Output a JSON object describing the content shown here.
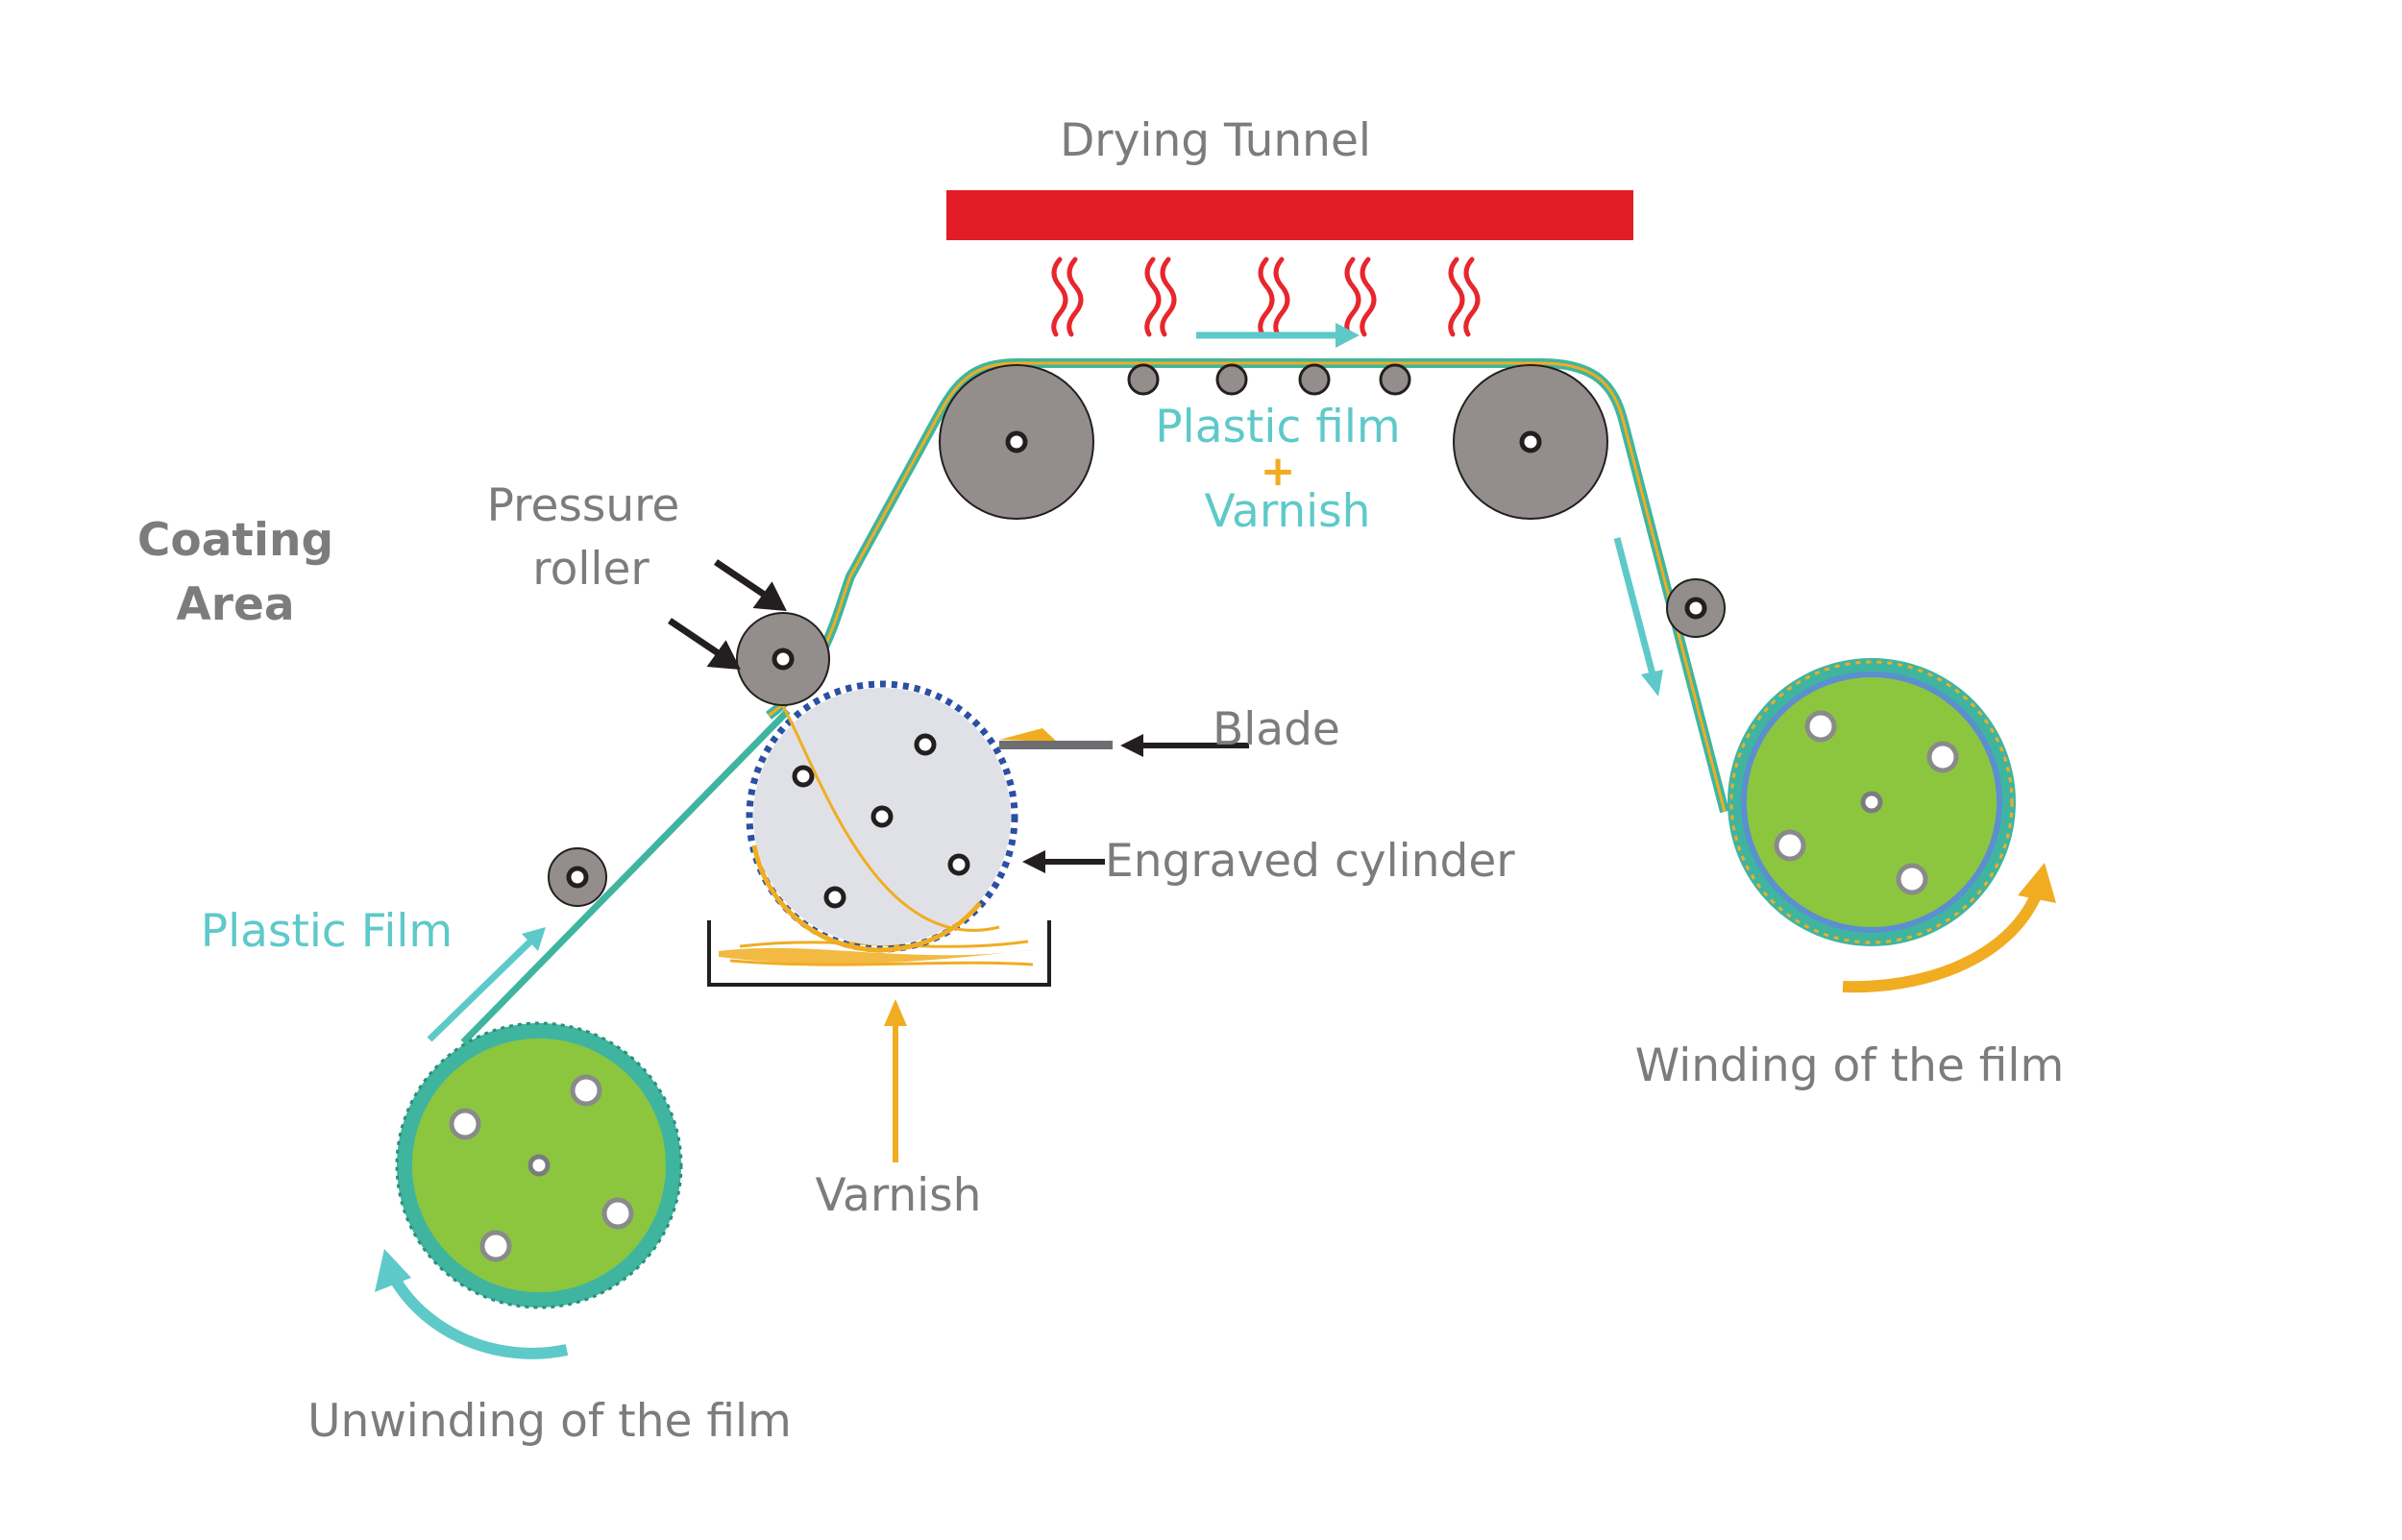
{
  "labels": {
    "drying_tunnel": "Drying Tunnel",
    "plastic_film_top": "Plastic film",
    "plus": "+",
    "varnish_top": "Varnish",
    "coating_area_line1": "Coating",
    "coating_area_line2": "Area",
    "pressure_roller_line1": "Pressure",
    "pressure_roller_line2": "roller",
    "blade": "Blade",
    "engraved_cylinder": "Engraved cylinder",
    "plastic_film_left": "Plastic Film",
    "varnish_bottom": "Varnish",
    "winding": "Winding of the film",
    "unwinding": "Unwinding of the film"
  },
  "colors": {
    "tunnel_red": "#e21d25",
    "flame_red": "#e8262d",
    "film_teal": "#3fb59f",
    "varnish_orange": "#f0ad22",
    "arrow_cyan": "#5ec9c9",
    "roller_grey": "#938d8c",
    "reel_green": "#8cc63f",
    "cylinder_grey": "#dfe1e6",
    "dotted_blue": "#2b4fa3",
    "text_grey": "#7b7c7e"
  }
}
